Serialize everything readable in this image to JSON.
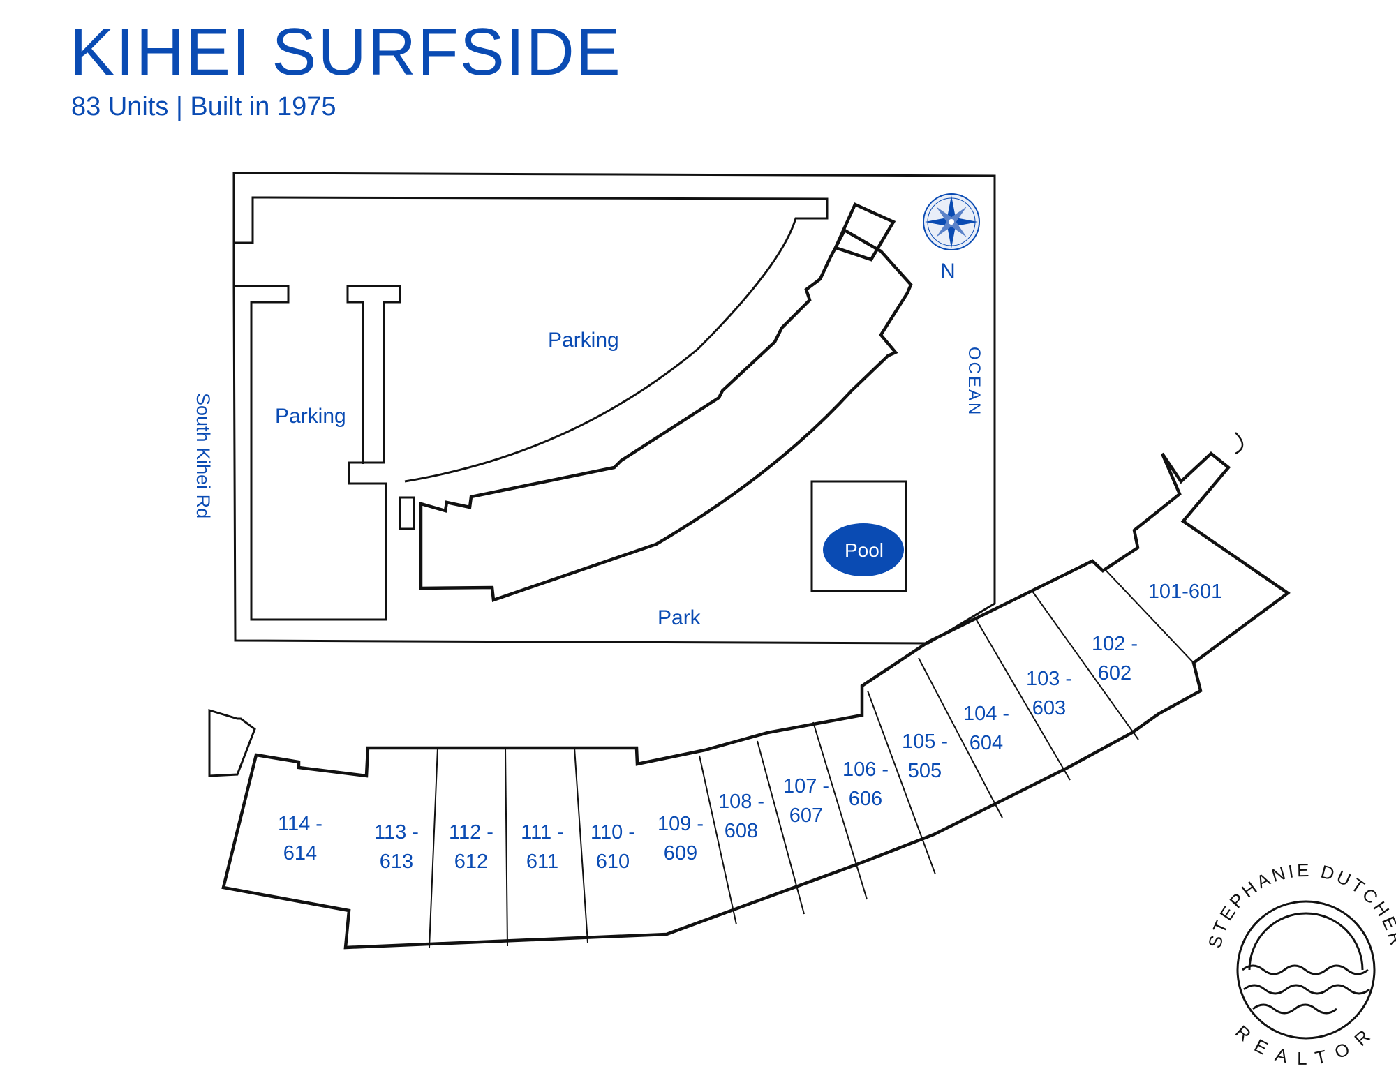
{
  "header": {
    "title": "KIHEI SURFSIDE",
    "subtitle": "83 Units | Built in 1975"
  },
  "site": {
    "parking_north": "Parking",
    "parking_west": "Parking",
    "road": "South Kihei Rd",
    "ocean": "OCEAN",
    "park": "Park",
    "pool": "Pool",
    "north": "N"
  },
  "units": [
    {
      "l1": "101-601",
      "l2": ""
    },
    {
      "l1": "102 -",
      "l2": "602"
    },
    {
      "l1": "103 -",
      "l2": "603"
    },
    {
      "l1": "104 -",
      "l2": "604"
    },
    {
      "l1": "105 -",
      "l2": "505"
    },
    {
      "l1": "106 -",
      "l2": "606"
    },
    {
      "l1": "107 -",
      "l2": "607"
    },
    {
      "l1": "108 -",
      "l2": "608"
    },
    {
      "l1": "109 -",
      "l2": "609"
    },
    {
      "l1": "110 -",
      "l2": "610"
    },
    {
      "l1": "111 -",
      "l2": "611"
    },
    {
      "l1": "112 -",
      "l2": "612"
    },
    {
      "l1": "113 -",
      "l2": "613"
    },
    {
      "l1": "114 -",
      "l2": "614"
    }
  ],
  "logo": {
    "top": "STEPHANIE DUTCHER",
    "bottom": "REALTOR"
  },
  "colors": {
    "brand": "#0a4bb3",
    "line": "#111111"
  }
}
